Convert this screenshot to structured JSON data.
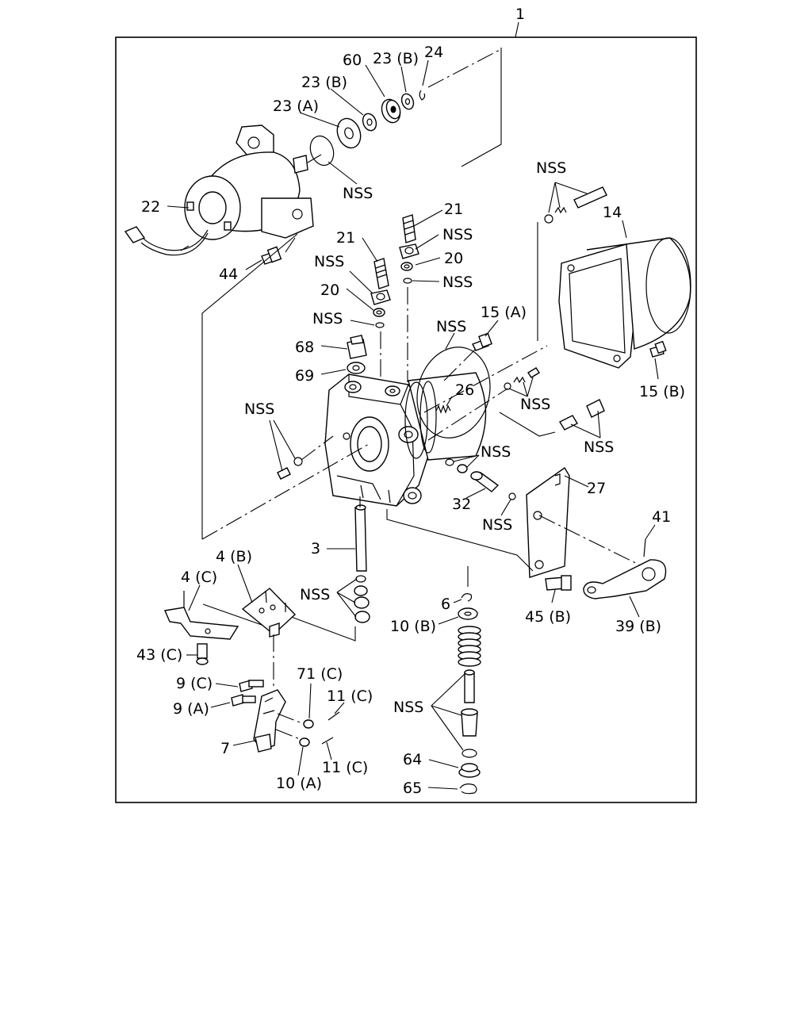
{
  "diagram": {
    "labels": {
      "l1": "1",
      "l60": "60",
      "l23b_top": "23 (B)",
      "l24": "24",
      "l23b": "23 (B)",
      "l23a": "23 (A)",
      "nss_seal": "NSS",
      "l22": "22",
      "l44": "44",
      "l21a": "21",
      "l21b": "21",
      "nss_21b": "NSS",
      "l20b": "20",
      "nss_20b": "NSS",
      "nss_21a": "NSS",
      "l20a": "20",
      "nss_20a": "NSS",
      "nss_tr": "NSS",
      "l14": "14",
      "l15a": "15 (A)",
      "nss_oring": "NSS",
      "l68": "68",
      "l69": "69",
      "l26": "26",
      "l15b": "15 (B)",
      "nss_pins": "NSS",
      "nss_plugs": "NSS",
      "nss_left": "NSS",
      "nss_mid": "NSS",
      "l32": "32",
      "nss_washer": "NSS",
      "l27": "27",
      "l41": "41",
      "l3": "3",
      "l4b": "4 (B)",
      "l4c": "4 (C)",
      "nss_shaft": "NSS",
      "l6": "6",
      "l10b": "10 (B)",
      "l45b": "45 (B)",
      "l39b": "39 (B)",
      "l43c": "43 (C)",
      "l9c": "9 (C)",
      "l71c": "71 (C)",
      "l11c_top": "11 (C)",
      "l9a": "9 (A)",
      "nss_spring": "NSS",
      "l7": "7",
      "l11c_bot": "11 (C)",
      "l10a": "10 (A)",
      "l64": "64",
      "l65": "65"
    }
  }
}
